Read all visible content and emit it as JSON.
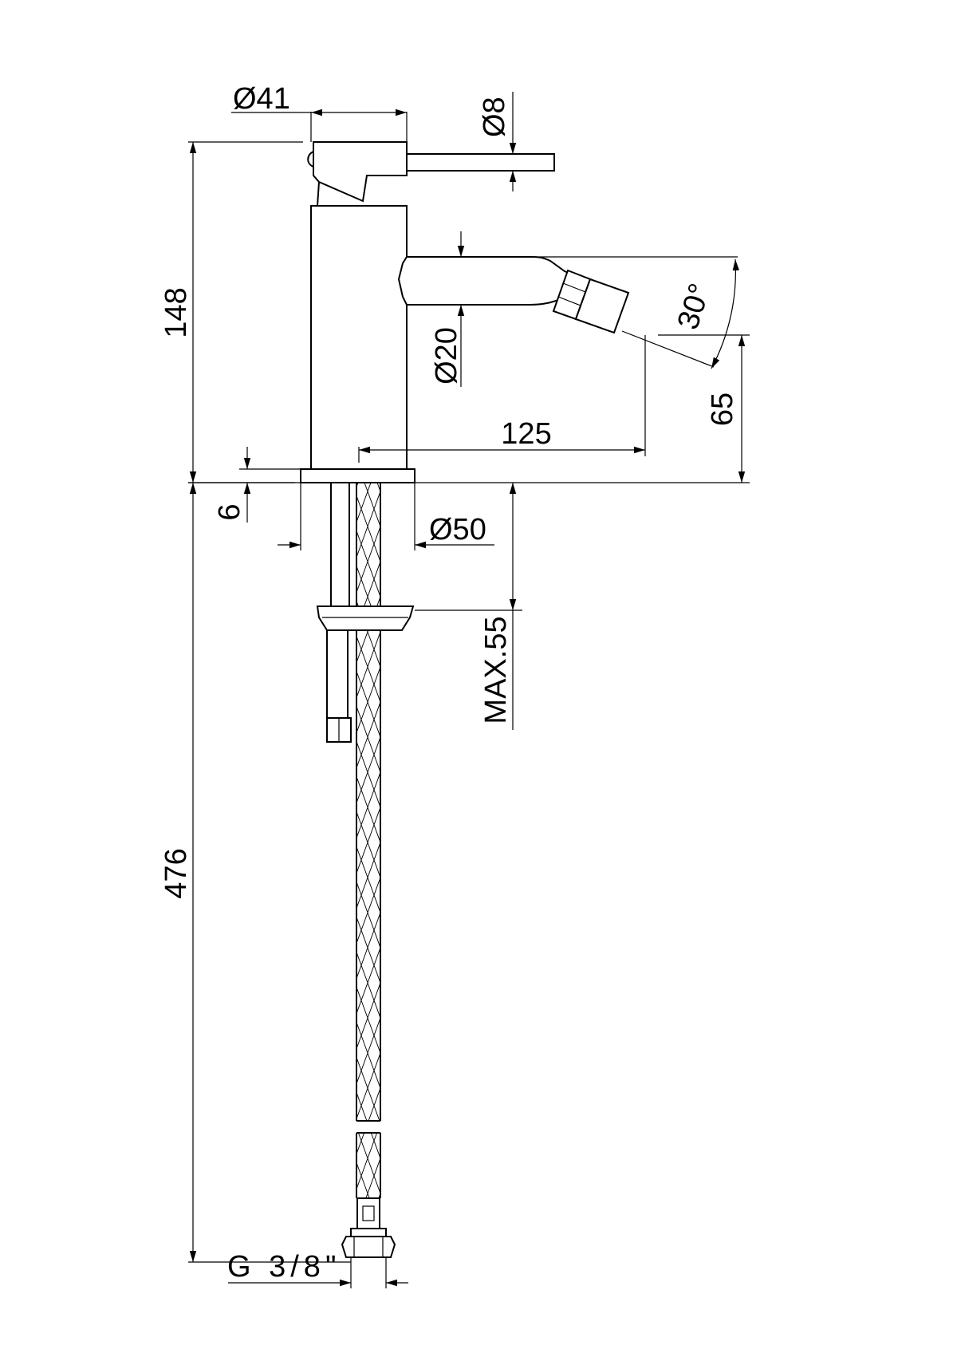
{
  "dimensions": {
    "d41": "Ø41",
    "d8": "Ø8",
    "h148": "148",
    "d20": "Ø20",
    "a30": "30°",
    "h65": "65",
    "l125": "125",
    "t6": "6",
    "d50": "Ø50",
    "max55": "MAX.55",
    "h476": "476",
    "g38": "G 3/8\""
  }
}
